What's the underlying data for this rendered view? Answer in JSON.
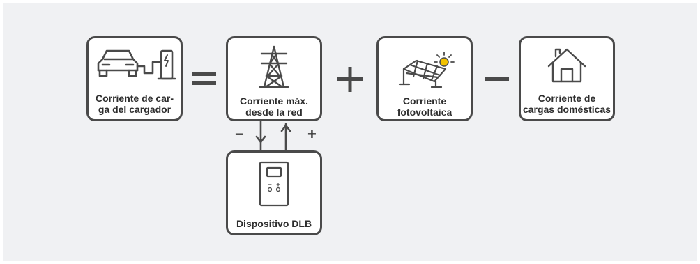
{
  "boxes": {
    "charger": {
      "label": "Corriente de car-\nga del cargador",
      "icon": "car-charger-icon"
    },
    "grid": {
      "label": "Corriente máx.\ndesde la red",
      "icon": "power-tower-icon"
    },
    "pv": {
      "label": "Corriente\nfotovoltaica",
      "icon": "solar-panel-icon"
    },
    "home": {
      "label": "Corriente de\ncargas domésticas",
      "icon": "house-icon"
    },
    "dlb": {
      "label": "Dispositivo DLB",
      "icon": "dlb-device-icon"
    }
  },
  "operators": {
    "equals": "=",
    "plus": "+",
    "minus": "−"
  },
  "flow": {
    "minus_sign": "−",
    "plus_sign": "+"
  },
  "colors": {
    "stroke": "#4a4a4a",
    "background": "#f0f1f3",
    "sun": "#f2c200"
  }
}
